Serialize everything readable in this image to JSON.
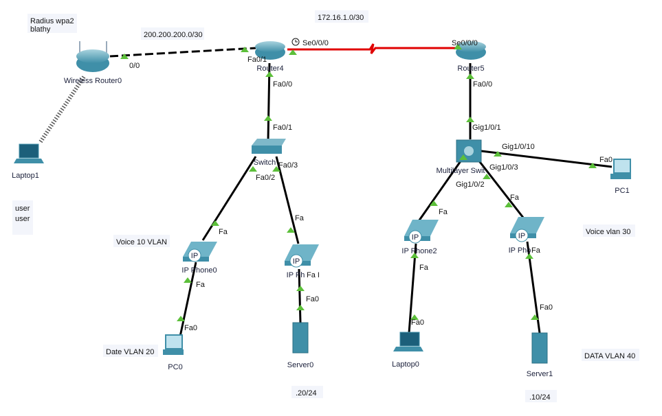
{
  "colors": {
    "link": "#000000",
    "serial": "#e00000",
    "port_up": "#5cbf3a",
    "device": "#3f8fa8",
    "note_bg": "#f3f5fb"
  },
  "notes": {
    "radius": [
      "Radius wpa2",
      "blathy"
    ],
    "wan_net": "200.200.200.0/30",
    "serial_net": "172.16.1.0/30",
    "user": [
      "user",
      "user"
    ],
    "voice10": "Voice 10 VLAN",
    "voice30": "Voice vlan 30",
    "data20": "Date VLAN 20",
    "data40": "DATA VLAN 40",
    "net20": ".20/24",
    "net10": ".10/24"
  },
  "devices": {
    "wireless_router": "Wireless Router0",
    "router4": "Router4",
    "router5": "Router5",
    "switch": "Switch",
    "mls": "Multilayer Swit",
    "laptop1": "Laptop1",
    "pc1": "PC1",
    "phone0": "IP Phone0",
    "phone1": "IP Ph",
    "phone2": "IP Phone2",
    "phone3": "IP Pho",
    "pc0": "PC0",
    "server0": "Server0",
    "laptop0": "Laptop0",
    "server1": "Server1",
    "phone_badge": "IP"
  },
  "ports": {
    "wr_wan": "0/0",
    "r4_fa01": "Fa0/1",
    "r4_se": "Se0/0/0",
    "r5_se": "Se0/0/0",
    "r4_fa00": "Fa0/0",
    "sw_fa01": "Fa0/1",
    "sw_fa03": "Fa0/3",
    "sw_fa02": "Fa0/2",
    "ph0_fa": "Fa",
    "ph1_fa": "Fa",
    "ph1_fa2": "Fa I",
    "ph1_fa0": "Fa0",
    "r5_fa00": "Fa0/0",
    "mls_g1": "Gig1/0/1",
    "mls_g10": "Gig1/0/10",
    "pc1_fa0": "Fa0",
    "mls_g3": "Gig1/0/3",
    "mls_g2": "Gig1/0/2",
    "ph2_fa": "Fa",
    "ph3_fa": "Fa",
    "ph3_fa2": "Fa",
    "ph0_fa2": "Fa",
    "pc0_fa0": "Fa0",
    "server0_fa0": "Fa0",
    "ph2_fa2": "Fa",
    "laptop0_fa0": "Fa0",
    "server1_fa0": "Fa0"
  }
}
